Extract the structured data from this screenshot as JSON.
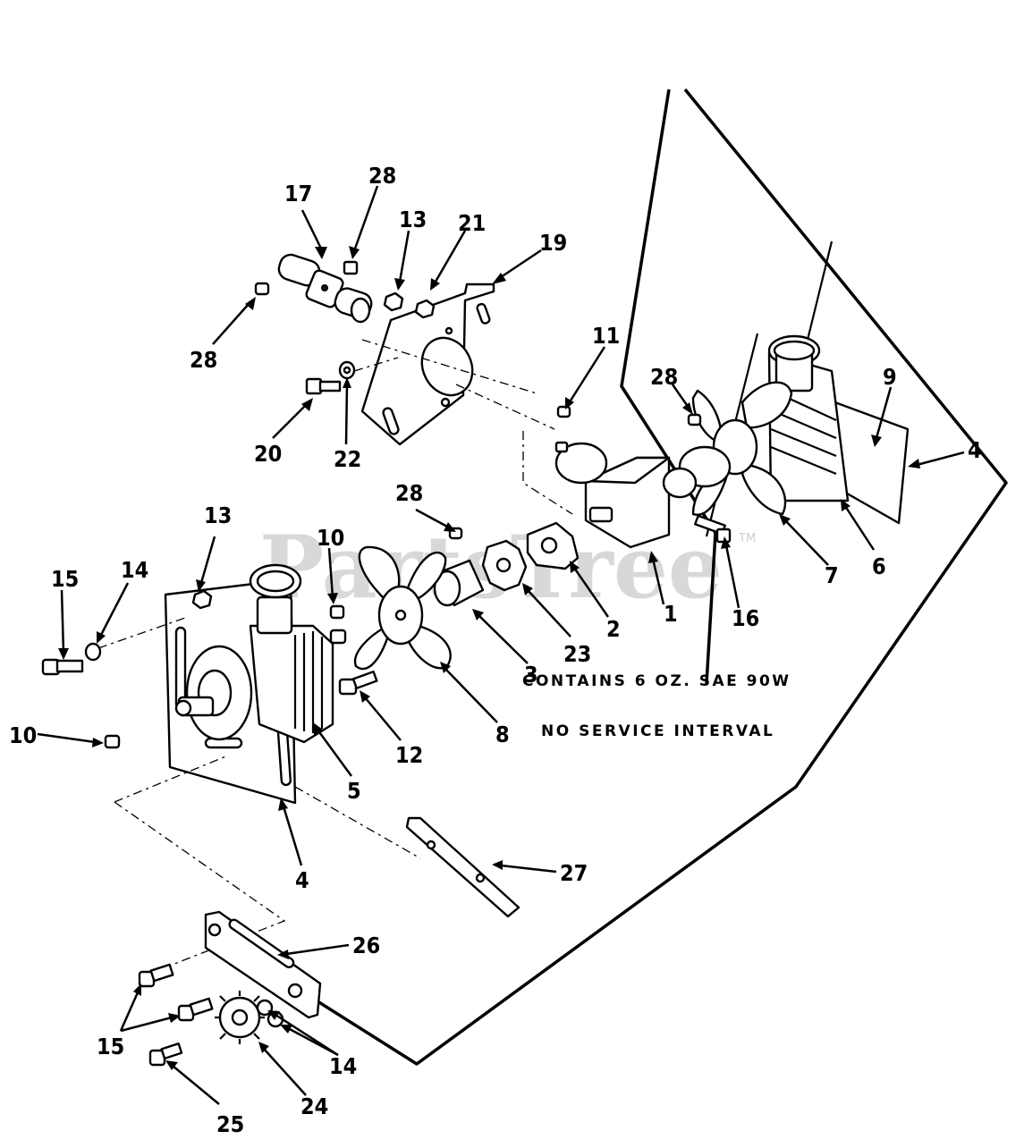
{
  "diagram": {
    "watermark": "PartsTree",
    "watermark_tm": "TM",
    "note_lines": [
      "CONTAINS 6 OZ. SAE 90W",
      "NO SERVICE INTERVAL"
    ],
    "callouts": [
      {
        "id": "c17",
        "label": "17"
      },
      {
        "id": "c28a",
        "label": "28"
      },
      {
        "id": "c13a",
        "label": "13"
      },
      {
        "id": "c21",
        "label": "21"
      },
      {
        "id": "c19",
        "label": "19"
      },
      {
        "id": "c28b",
        "label": "28"
      },
      {
        "id": "c20",
        "label": "20"
      },
      {
        "id": "c22",
        "label": "22"
      },
      {
        "id": "c11",
        "label": "11"
      },
      {
        "id": "c28c",
        "label": "28"
      },
      {
        "id": "c9",
        "label": "9"
      },
      {
        "id": "c4a",
        "label": "4"
      },
      {
        "id": "c28d",
        "label": "28"
      },
      {
        "id": "c10a",
        "label": "10"
      },
      {
        "id": "c13b",
        "label": "13"
      },
      {
        "id": "c15a",
        "label": "15"
      },
      {
        "id": "c14a",
        "label": "14"
      },
      {
        "id": "c16",
        "label": "16"
      },
      {
        "id": "c1",
        "label": "1"
      },
      {
        "id": "c2",
        "label": "2"
      },
      {
        "id": "c23",
        "label": "23"
      },
      {
        "id": "c3",
        "label": "3"
      },
      {
        "id": "c7",
        "label": "7"
      },
      {
        "id": "c6",
        "label": "6"
      },
      {
        "id": "c10b",
        "label": "10"
      },
      {
        "id": "c12",
        "label": "12"
      },
      {
        "id": "c8",
        "label": "8"
      },
      {
        "id": "c5",
        "label": "5"
      },
      {
        "id": "c4b",
        "label": "4"
      },
      {
        "id": "c27",
        "label": "27"
      },
      {
        "id": "c26",
        "label": "26"
      },
      {
        "id": "c15b",
        "label": "15"
      },
      {
        "id": "c14b",
        "label": "14"
      },
      {
        "id": "c24",
        "label": "24"
      },
      {
        "id": "c25",
        "label": "25"
      }
    ]
  }
}
